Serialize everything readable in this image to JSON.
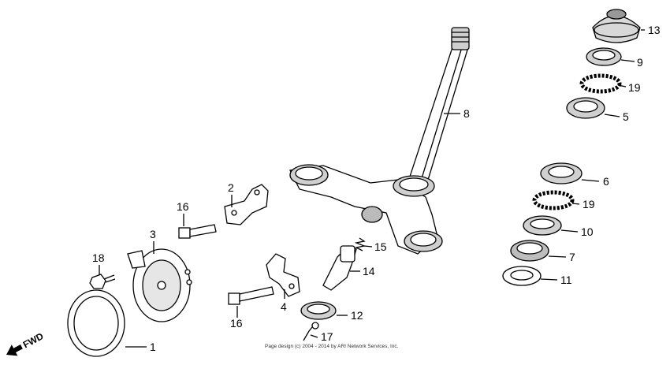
{
  "parts": {
    "p1": "1",
    "p2": "2",
    "p3": "3",
    "p4": "4",
    "p5": "5",
    "p6": "6",
    "p7": "7",
    "p8": "8",
    "p9": "9",
    "p10": "10",
    "p11": "11",
    "p12": "12",
    "p13": "13",
    "p14": "14",
    "p15": "15",
    "p16a": "16",
    "p16b": "16",
    "p17": "17",
    "p18": "18",
    "p19a": "19",
    "p19b": "19"
  },
  "fwd_label": "FWD",
  "copyright": "Page design (c) 2004 - 2014 by ARI Network Services, Inc."
}
